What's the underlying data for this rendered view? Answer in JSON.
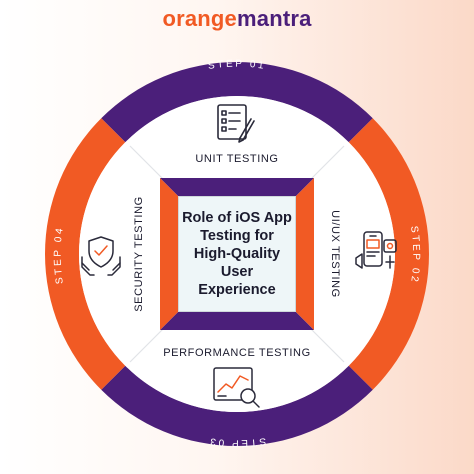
{
  "brand": {
    "part1": "orange",
    "part2": "mantra"
  },
  "center_title": "Role of iOS App Testing for High-Quality User Experience",
  "steps": {
    "step1": "STEP 01",
    "step2": "STEP 02",
    "step3": "STEP 03",
    "step4": "STEP 04"
  },
  "sections": {
    "unit": "UNIT TESTING",
    "uiux": "UI/UX TESTING",
    "performance": "PERFORMANCE TESTING",
    "security": "SECURITY TESTING"
  },
  "colors": {
    "purple": "#4b1f7a",
    "orange": "#f15a24",
    "brand_orange": "#f15a24",
    "brand_purple": "#4b1f7a",
    "icon_stroke": "#2a2a3a",
    "icon_accent": "#f15a24"
  },
  "icons": {
    "unit": "checklist-icon",
    "uiux": "mobile-design-icon",
    "performance": "chart-magnifier-icon",
    "security": "shield-hands-icon"
  }
}
